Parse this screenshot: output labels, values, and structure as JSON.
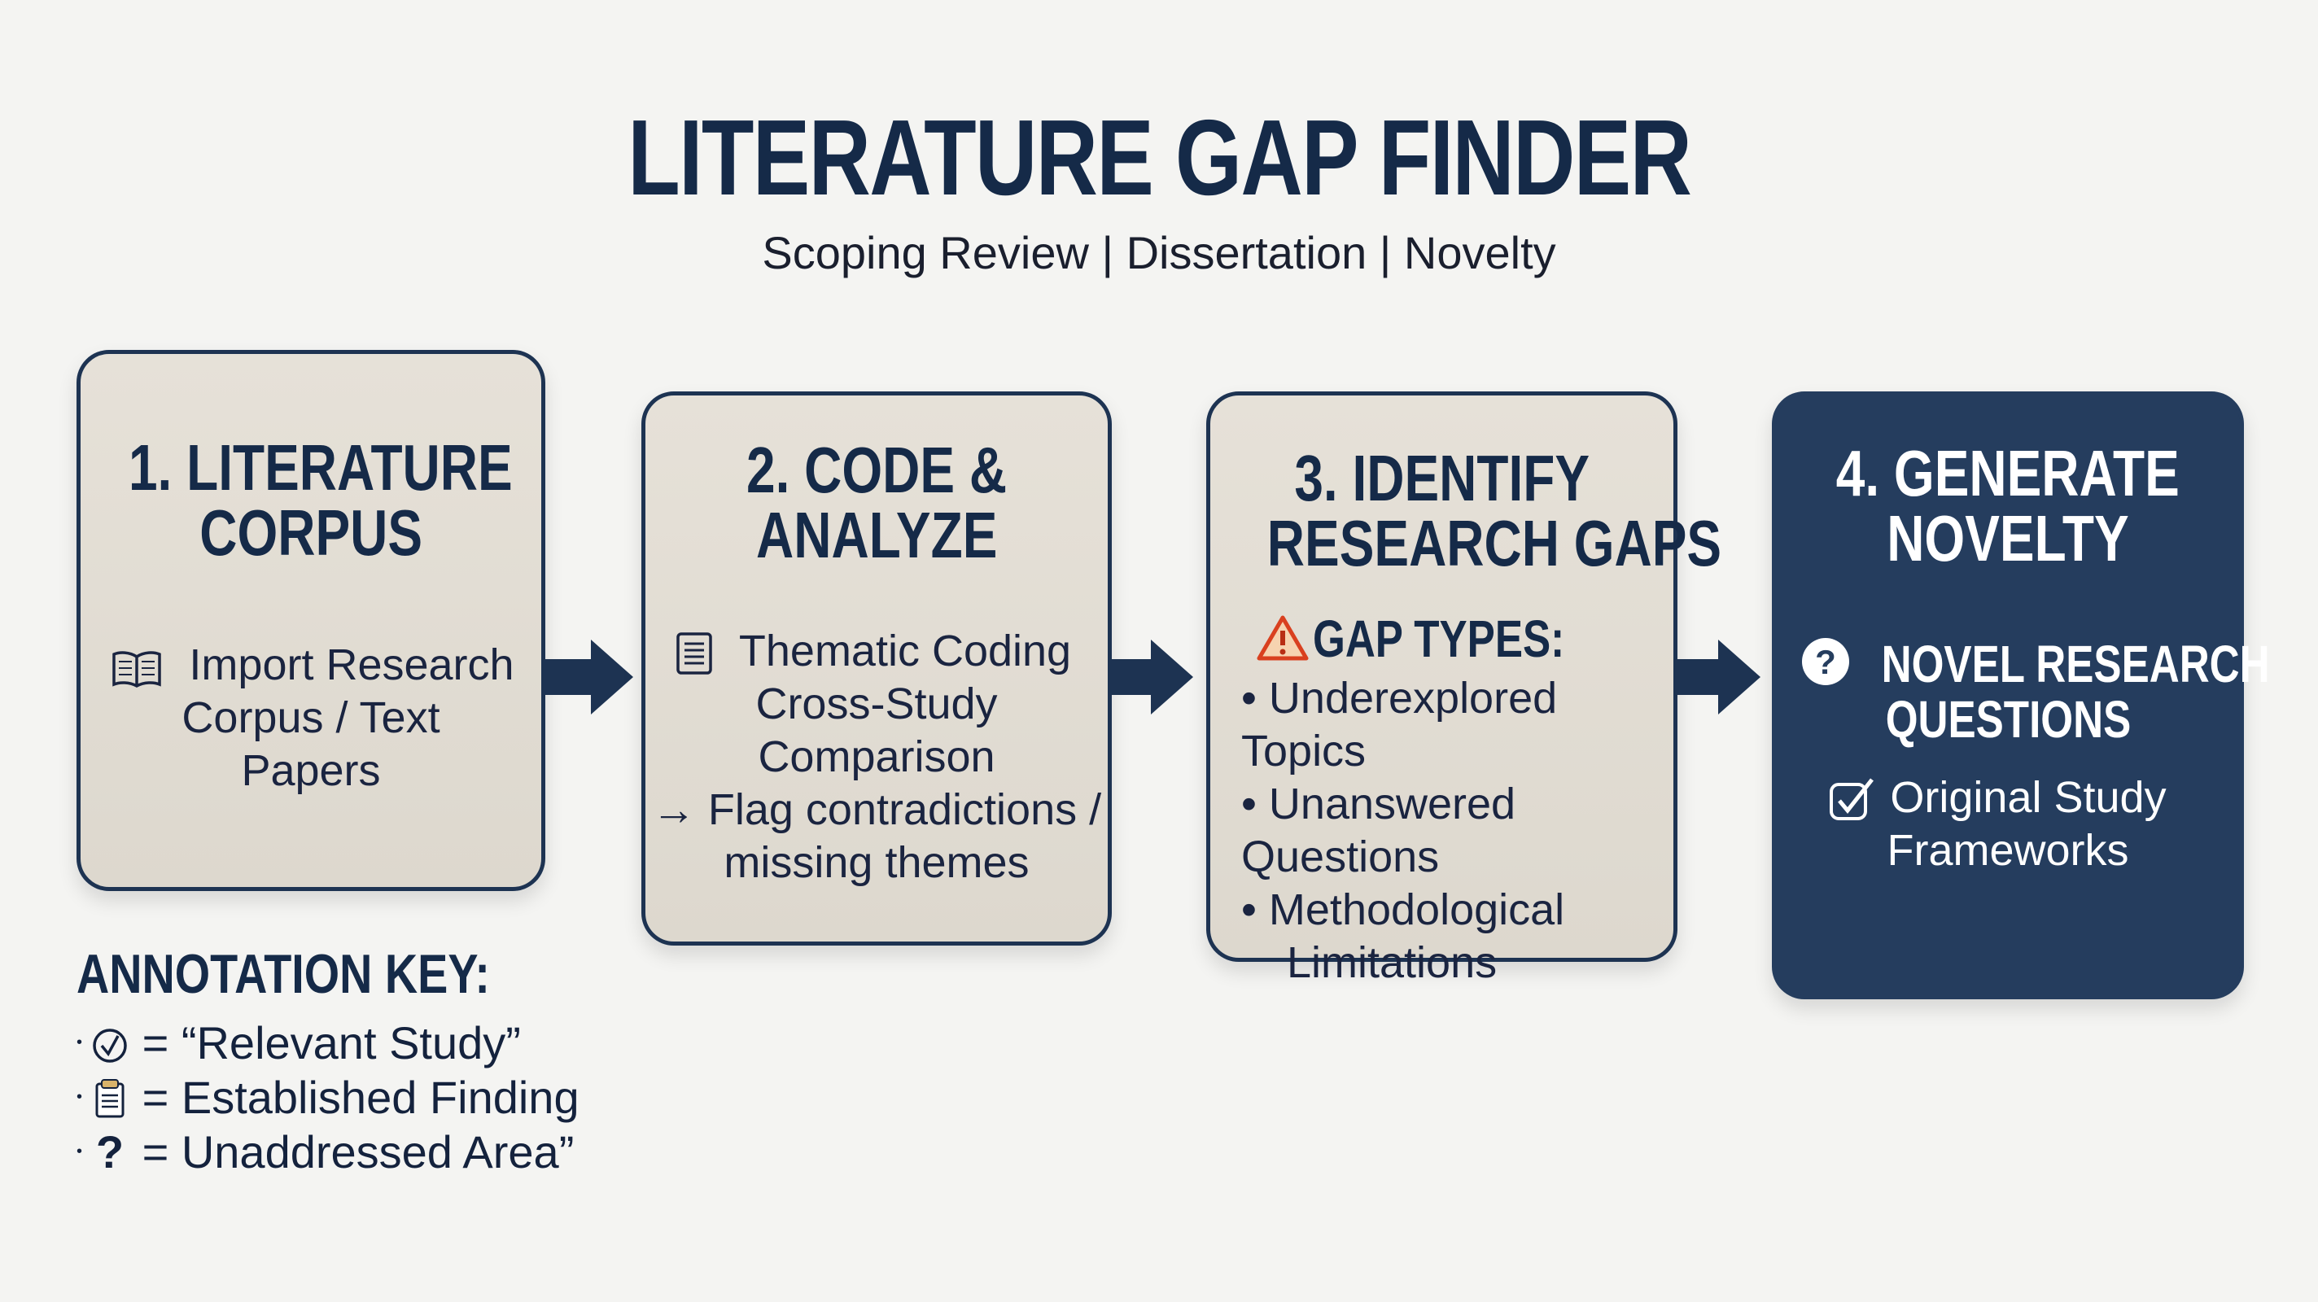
{
  "header": {
    "title": "LITERATURE GAP FINDER",
    "subtitle": "Scoping Review | Dissertation | Novelty"
  },
  "steps": [
    {
      "title_l1": "1. LITERATURE",
      "title_l2": "CORPUS",
      "icon": "open-book-icon",
      "lines": [
        "Import Research",
        "Corpus / Text",
        "Papers"
      ]
    },
    {
      "title_l1": "2. CODE &",
      "title_l2": "ANALYZE",
      "icon": "document-lines-icon",
      "lines": [
        "Thematic Coding",
        "Cross-Study",
        "Comparison"
      ],
      "arrow_lines": [
        "→ Flag contradictions /",
        "missing themes"
      ]
    },
    {
      "title_l1": "3. IDENTIFY",
      "title_l2": "RESEARCH GAPS",
      "icon": "warning-icon",
      "subheading": "GAP TYPES:",
      "bullets": [
        "Underexplored Topics",
        "Unanswered Questions",
        "Methodological",
        "Limitations"
      ]
    },
    {
      "title_l1": "4. GENERATE",
      "title_l2": "NOVELTY",
      "icon": "question-circle-icon",
      "subheading_l1": "NOVEL RESEARCH",
      "subheading_l2": "QUESTIONS",
      "check_lines": [
        "Original Study",
        "Frameworks"
      ]
    }
  ],
  "key": {
    "title": "ANNOTATION KEY:",
    "items": [
      {
        "icon": "check-circle-icon",
        "label": "= “Relevant Study”"
      },
      {
        "icon": "clipboard-icon",
        "label": "= Established Finding"
      },
      {
        "icon": "question-mark-icon",
        "symbol": "?",
        "label": "= Unaddressed Area”"
      }
    ]
  },
  "colors": {
    "navy": "#1d3352",
    "dark_box": "#253d5e",
    "beige": "#e3ded5",
    "warning": "#d9401f"
  }
}
